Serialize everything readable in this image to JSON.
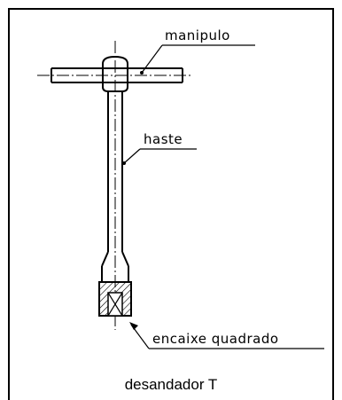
{
  "labels": {
    "handle": "manipulo",
    "shaft": "haste",
    "socket": "encaixe quadrado"
  },
  "caption": "desandador T"
}
